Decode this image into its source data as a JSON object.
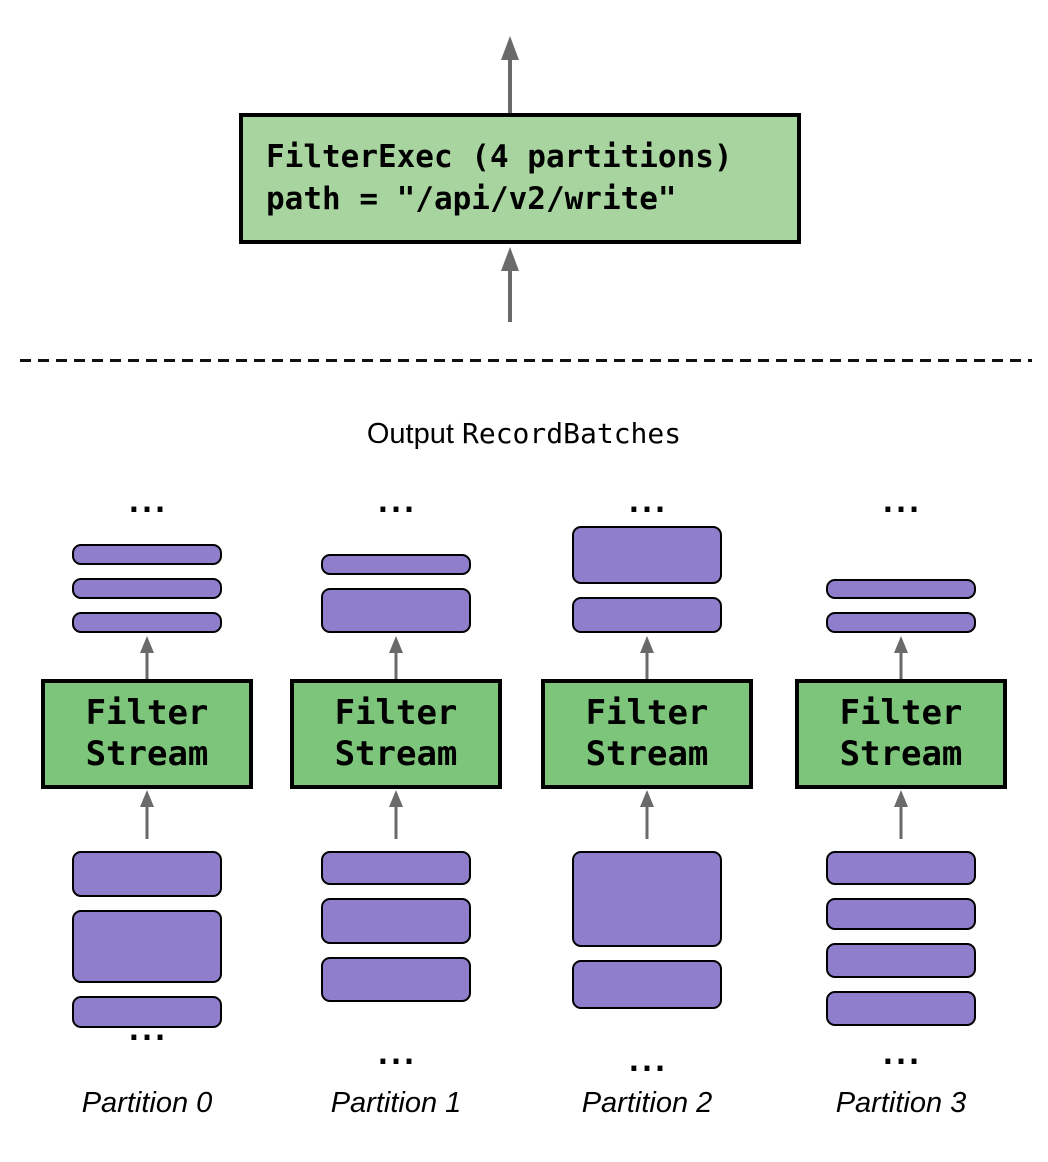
{
  "diagram": {
    "exec_node": {
      "line1": "FilterExec (4 partitions)",
      "line2": "path = \"/api/v2/write\""
    },
    "section_label": {
      "prefix": "Output ",
      "code": "RecordBatches"
    },
    "stream_node": {
      "line1": "Filter",
      "line2": "Stream"
    },
    "ellipsis": "...",
    "partitions": [
      {
        "label": "Partition 0",
        "output_batch_heights": [
          21,
          21,
          21
        ],
        "input_batch_heights": [
          46,
          73,
          32
        ]
      },
      {
        "label": "Partition 1",
        "output_batch_heights": [
          21,
          45
        ],
        "input_batch_heights": [
          34,
          46,
          45
        ]
      },
      {
        "label": "Partition 2",
        "output_batch_heights": [
          58,
          36
        ],
        "input_batch_heights": [
          96,
          49
        ]
      },
      {
        "label": "Partition 3",
        "output_batch_heights": [
          20,
          21
        ],
        "input_batch_heights": [
          34,
          32,
          35,
          35
        ]
      }
    ],
    "colors": {
      "exec_green": "#a8d4a0",
      "stream_green": "#7dc57b",
      "batch_purple": "#8e7ecb",
      "arrow_gray": "#6a6a6a",
      "line_black": "#111111"
    }
  }
}
